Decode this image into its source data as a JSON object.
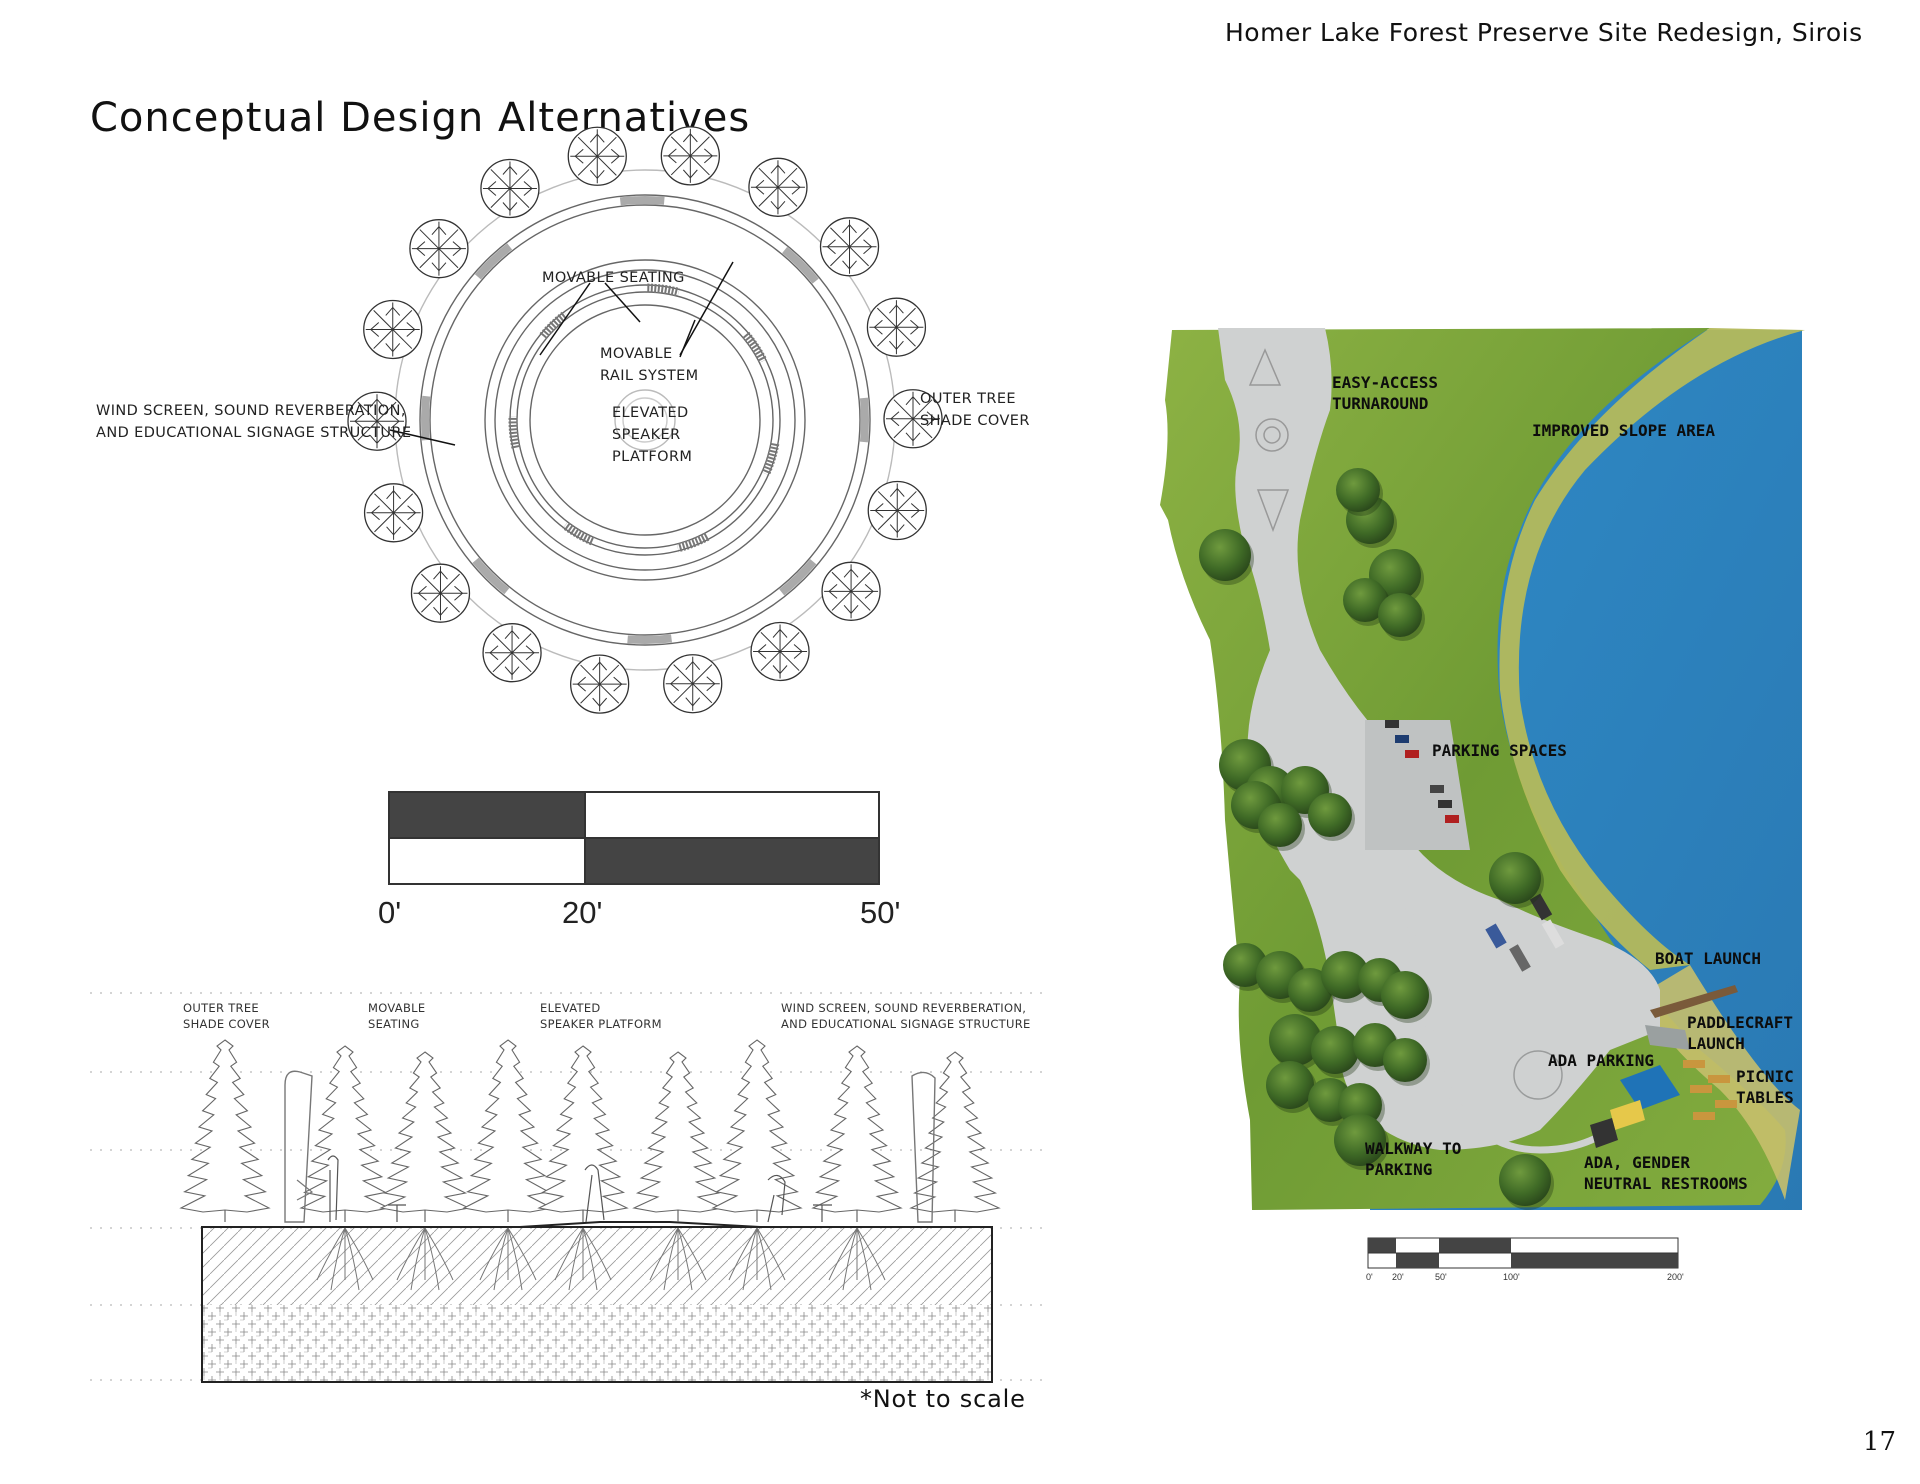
{
  "header": {
    "project_title": "Homer Lake Forest Preserve Site Redesign, Sirois"
  },
  "page": {
    "title": "Conceptual Design Alternatives",
    "number": "17"
  },
  "plan_diagram": {
    "labels": {
      "movable_seating": "MOVABLE SEATING",
      "movable_rail": "MOVABLE\nRAIL SYSTEM",
      "elevated_platform": "ELEVATED\nSPEAKER\nPLATFORM",
      "wind_screen": "WIND SCREEN, SOUND REVERBERATION,\nAND EDUCATIONAL SIGNAGE STRUCTURE",
      "outer_tree": "OUTER TREE\nSHADE COVER"
    }
  },
  "scale_bar_large": {
    "ticks": [
      "0'",
      "20'",
      "50'"
    ]
  },
  "section_diagram": {
    "labels": {
      "outer_tree": "OUTER TREE\nSHADE COVER",
      "movable_seating": "MOVABLE\nSEATING",
      "elevated_platform": "ELEVATED\nSPEAKER PLATFORM",
      "wind_screen": "WIND SCREEN, SOUND REVERBERATION,\nAND EDUCATIONAL SIGNAGE STRUCTURE"
    },
    "note": "*Not to scale"
  },
  "site_map": {
    "labels": {
      "turnaround": "EASY-ACCESS\nTURNAROUND",
      "slope": "IMPROVED SLOPE AREA",
      "parking": "PARKING SPACES",
      "boat_launch": "BOAT LAUNCH",
      "paddlecraft": "PADDLECRAFT\nLAUNCH",
      "ada_parking": "ADA PARKING",
      "picnic": "PICNIC\nTABLES",
      "walkway": "WALKWAY TO\nPARKING",
      "restrooms": "ADA, GENDER\nNEUTRAL RESTROOMS"
    },
    "colors": {
      "water": "#2e86c1",
      "grass": "#7fa83a",
      "slope": "#b5b95a",
      "pavement": "#cfd1d1"
    }
  },
  "scale_bar_small": {
    "ticks": [
      "0'",
      "20'",
      "50'",
      "100'",
      "200'"
    ]
  }
}
